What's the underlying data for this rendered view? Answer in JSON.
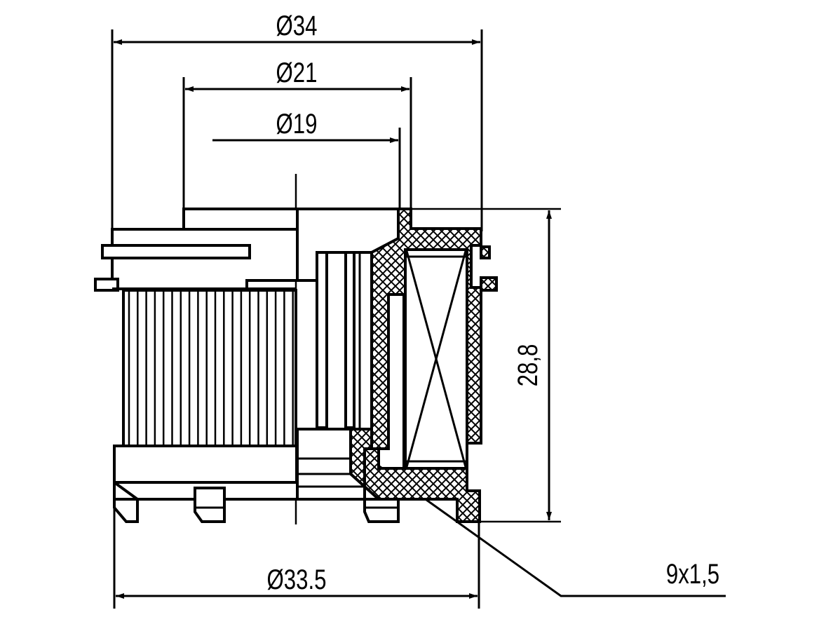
{
  "dimensions": {
    "outer_top_diameter": "Ø34",
    "mid_diameter": "Ø21",
    "inner_diameter": "Ø19",
    "height": "28,8",
    "bottom_diameter": "Ø33.5",
    "oring_spec": "9x1,5"
  },
  "colors": {
    "line": "#000000",
    "background": "#ffffff"
  }
}
